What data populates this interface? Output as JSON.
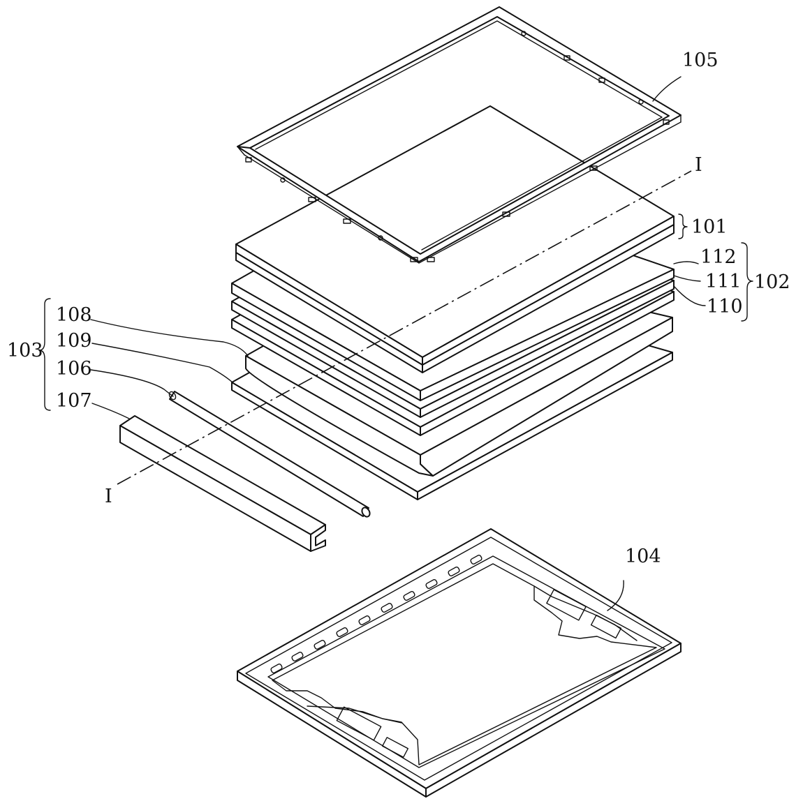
{
  "labels": {
    "frame": "105",
    "panel": "101",
    "sheet_upper": "112",
    "sheet_mid": "111",
    "sheet_lower": "110",
    "sheet_group": "102",
    "backlight_group": "103",
    "guide_plate": "108",
    "reflector": "109",
    "lamp": "106",
    "lamp_housing": "107",
    "bottom_cover": "104",
    "section_top": "I",
    "section_bottom": "I"
  }
}
